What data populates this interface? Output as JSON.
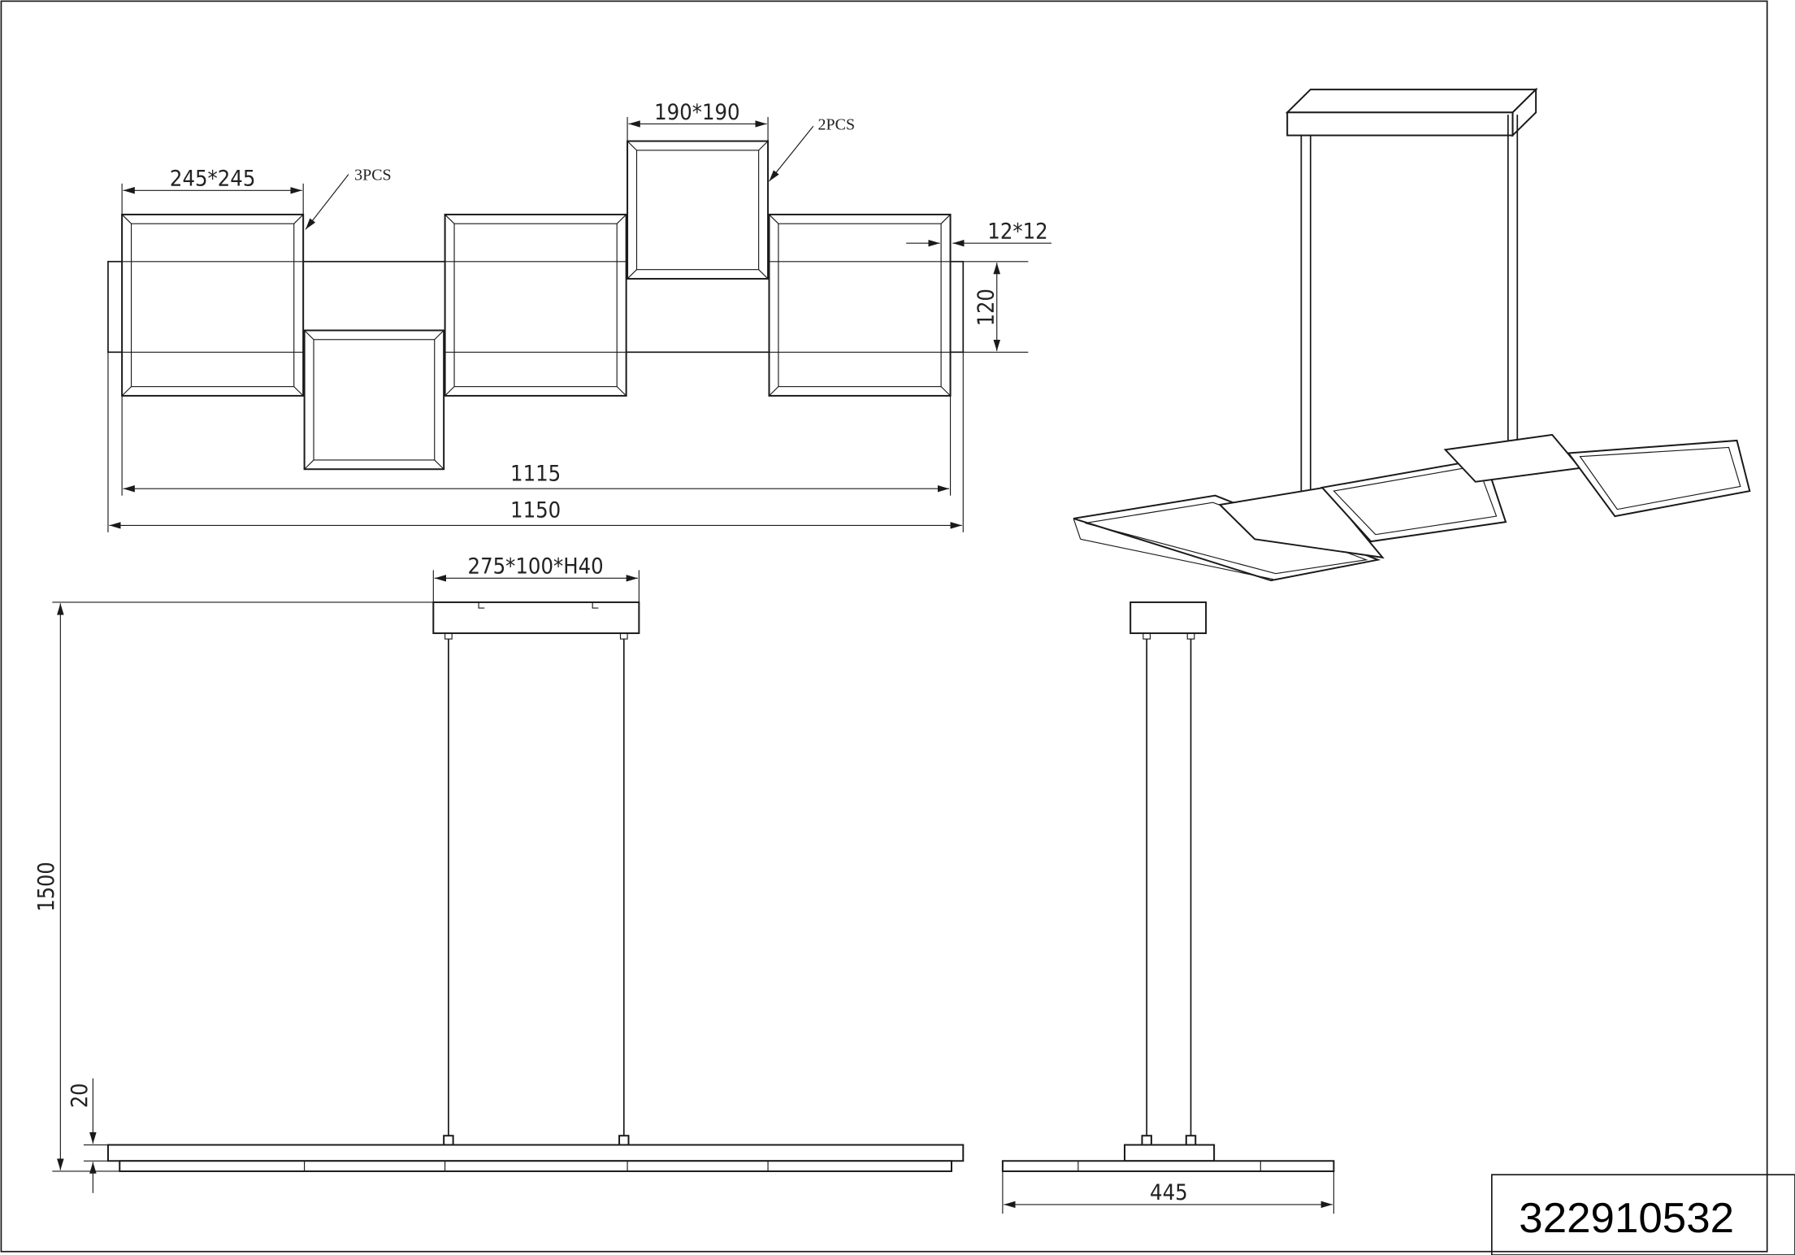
{
  "top_view": {
    "large_frame_size": "245*245",
    "large_frame_qty": "3PCS",
    "small_frame_size": "190*190",
    "small_frame_qty": "2PCS",
    "profile_size": "12*12",
    "bar_width": "120",
    "inner_length": "1115",
    "overall_length": "1150"
  },
  "side_view": {
    "canopy_size": "275*100*H40",
    "total_height": "1500",
    "bar_thickness": "20"
  },
  "end_view": {
    "depth": "445"
  },
  "title_block": {
    "article_number": "322910532"
  }
}
